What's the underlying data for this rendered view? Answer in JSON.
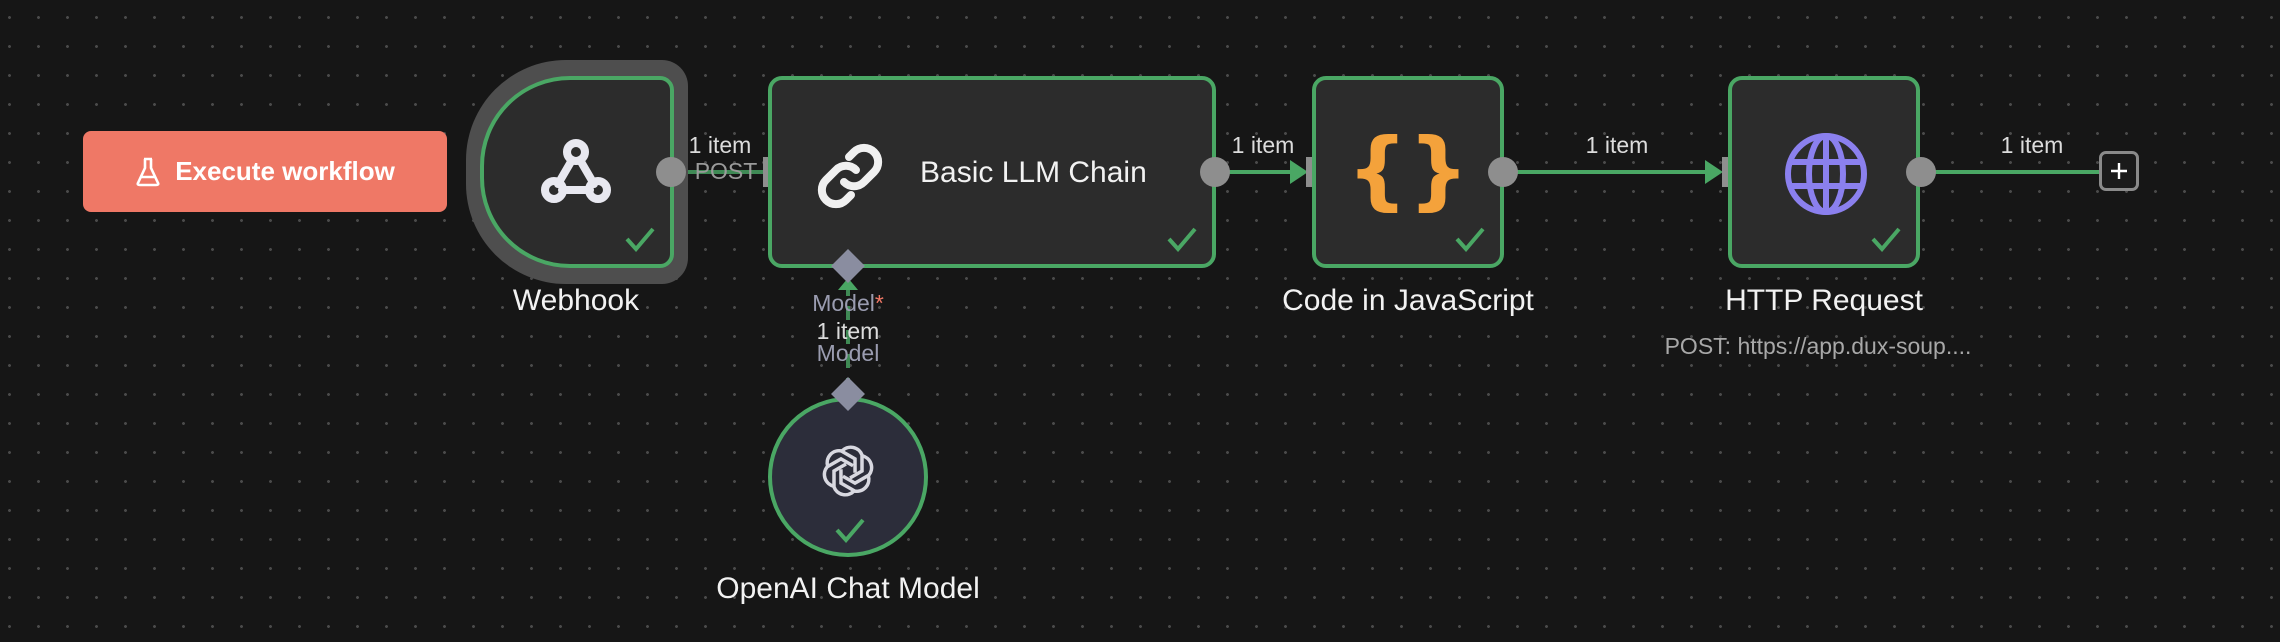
{
  "toolbar": {
    "execute_label": "Execute workflow",
    "execute_icon": "flask-icon",
    "execute_color": "#ef7866"
  },
  "nodes": [
    {
      "id": "webhook",
      "label": "Webhook",
      "icon": "webhook-icon",
      "status": "success"
    },
    {
      "id": "llm",
      "label": "Basic LLM Chain",
      "icon": "link-icon",
      "status": "success"
    },
    {
      "id": "code",
      "label": "Code in JavaScript",
      "icon": "braces-icon",
      "status": "success"
    },
    {
      "id": "http",
      "label": "HTTP Request",
      "subtitle": "POST: https://app.dux-soup....",
      "icon": "globe-icon",
      "status": "success"
    },
    {
      "id": "openai",
      "label": "OpenAI Chat Model",
      "icon": "openai-icon",
      "status": "success"
    }
  ],
  "edges": {
    "webhook_llm": {
      "count": "1 item",
      "branch": "POST"
    },
    "llm_code": {
      "count": "1 item"
    },
    "code_http": {
      "count": "1 item"
    },
    "http_out": {
      "count": "1 item"
    },
    "model": {
      "input_label": "Model",
      "required_mark": "*",
      "count": "1 item",
      "output_label": "Model"
    }
  },
  "colors": {
    "success": "#4aa764",
    "canvas": "#161616",
    "node": "#2c2c2c",
    "code_icon": "#f4a23b",
    "globe_icon": "#8b80ee"
  }
}
